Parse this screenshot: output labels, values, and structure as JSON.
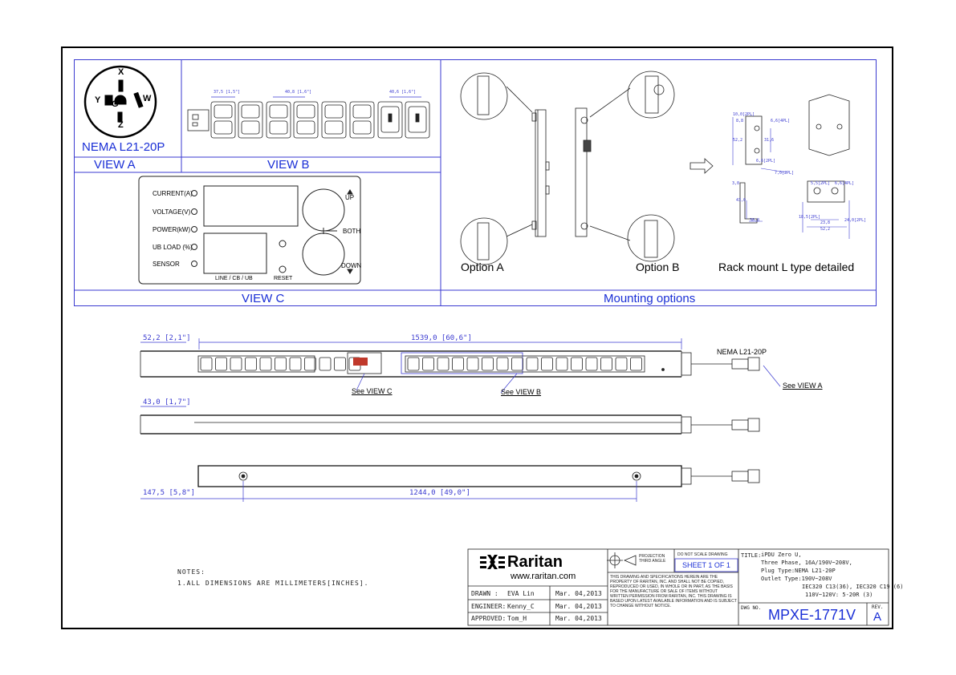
{
  "nema": {
    "x": "X",
    "y": "Y",
    "g": "G",
    "w": "W",
    "z": "Z",
    "title": "NEMA L21-20P"
  },
  "views": {
    "a": "VIEW A",
    "b": "VIEW B",
    "c": "VIEW C",
    "mounting": "Mounting options"
  },
  "view_b_dims": {
    "d1": "37,5 [1,5\"]",
    "d2": "40,8 [1,6\"]",
    "d3": "40,6 [1,6\"]"
  },
  "view_c": {
    "labels": [
      "CURRENT(A)",
      "VOLTAGE(V)",
      "POWER(kW)",
      "UB LOAD (%)",
      "SENSOR"
    ],
    "up": "UP",
    "both": "BOTH",
    "down": "DOWN",
    "line": "LINE / CB / UB",
    "reset": "RESET"
  },
  "mounting": {
    "opt_a": "Option A",
    "opt_b": "Option B",
    "rack": "Rack mount L type detailed"
  },
  "rack_dims": {
    "r1": "10,0[2PL]",
    "r2": "8,8",
    "r3": "52,2",
    "r4": "31,6",
    "r5": "6,6[2PL]",
    "r6": "7,0[2PL]",
    "r7": "3,0",
    "r8": "43,0",
    "r9": "38,8",
    "r10": "5,5[2PL]",
    "r11": "18,5[2PL]",
    "r12": "23,8",
    "r13": "52,2",
    "r14": "24,0[2PL]",
    "r15": "6,6[4PL]",
    "r16": "6,6[4PL]"
  },
  "dims": {
    "h1": "52,2  [2,1\"]",
    "len": "1539,0  [60,6\"]",
    "h2": "43,0  [1,7\"]",
    "off": "147,5  [5,8\"]",
    "span": "1244,0  [49,0\"]"
  },
  "callouts": {
    "nema": "NEMA L21-20P",
    "see_a": "See VIEW A",
    "see_c": "See VIEW C",
    "see_b": "See VIEW B"
  },
  "notes": {
    "title": "NOTES:",
    "line1": "1.ALL  DIMENSIONS  ARE  MILLIMETERS[INCHES]."
  },
  "title_block": {
    "brand": "Raritan",
    "url": "www.raritan.com",
    "drawn_label": "DRAWN :",
    "drawn_name": "EVA Lin",
    "drawn_date": "Mar. 04,2013",
    "eng_label": "ENGINEER:",
    "eng_name": "Kenny_C",
    "eng_date": "Mar. 04,2013",
    "appr_label": "APPROVED:",
    "appr_name": "Tom_H",
    "appr_date": "Mar. 04,2013",
    "projection": "PROJECTION\nTHIRD ANGLE",
    "no_scale": "DO NOT SCALE DRAWING",
    "sheet": "SHEET 1 OF 1",
    "legal": "THIS DRAWING AND SPECIFICATIONS HEREIN ARE THE PROPERTY OF RARITAN, INC. AND SHALL NOT BE COPIED, REPRODUCED OR USED, IN WHOLE OR IN PART, AS THE BASIS FOR THE MANUFACTURE OR SALE OF ITEMS WITHOUT WRITTEN PERMISSION FROM RARITAN, INC. THIS DRAWING IS BASED UPON LATEST AVAILABLE INFORMATION AND IS SUBJECT TO CHANGE WITHOUT NOTICE.",
    "title_label": "TITLE:",
    "title_lines": [
      "iPDU Zero U,",
      "Three Phase, 16A/190V~208V,",
      "Plug Type:NEMA L21-20P",
      "Outlet Type:190V~208V",
      "IEC320 C13(36), IEC320 C19 (6)",
      "110V~120V: 5-20R (3)"
    ],
    "dwg_label": "DWG NO.",
    "dwg_no": "MPXE-1771V",
    "rev_label": "REV.",
    "rev": "A"
  }
}
